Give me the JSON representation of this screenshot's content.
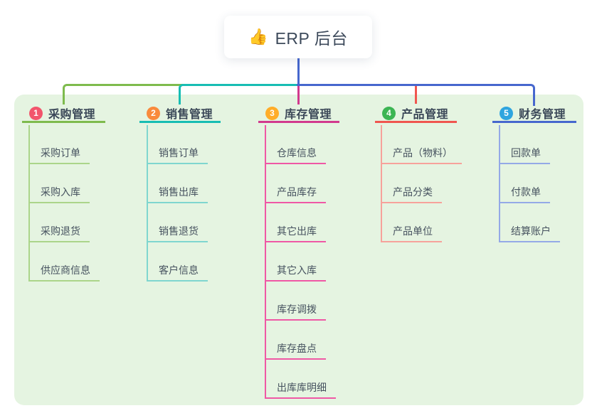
{
  "root": {
    "emoji": "👍",
    "label": "ERP 后台"
  },
  "colors": {
    "page_bg": "#ffffff",
    "panel_bg": "#e5f4e1",
    "root_feed_line": "#4667ce",
    "header_text": "#3b4858",
    "child_text": "#46525f"
  },
  "branches": [
    {
      "num": "1",
      "label": "采购管理",
      "badge_color": "#f2556c",
      "line_color": "#7ebb4d",
      "child_line_color": "#abd58a",
      "children": [
        "采购订单",
        "采购入库",
        "采购退货",
        "供应商信息"
      ]
    },
    {
      "num": "2",
      "label": "销售管理",
      "badge_color": "#f98a3c",
      "line_color": "#17bdb3",
      "child_line_color": "#7fd6cf",
      "children": [
        "销售订单",
        "销售出库",
        "销售退货",
        "客户信息"
      ]
    },
    {
      "num": "3",
      "label": "库存管理",
      "badge_color": "#ffad29",
      "line_color": "#d23a8e",
      "child_line_color": "#ef58a5",
      "children": [
        "仓库信息",
        "产品库存",
        "其它出库",
        "其它入库",
        "库存调拨",
        "库存盘点",
        "出库库明细"
      ]
    },
    {
      "num": "4",
      "label": "产品管理",
      "badge_color": "#3cb553",
      "line_color": "#f0564f",
      "child_line_color": "#f7a29b",
      "children": [
        "产品（物料）",
        "产品分类",
        "产品单位"
      ]
    },
    {
      "num": "5",
      "label": "财务管理",
      "badge_color": "#2fa5df",
      "line_color": "#4667ce",
      "child_line_color": "#94a9e7",
      "children": [
        "回款单",
        "付款单",
        "结算账户"
      ]
    }
  ]
}
